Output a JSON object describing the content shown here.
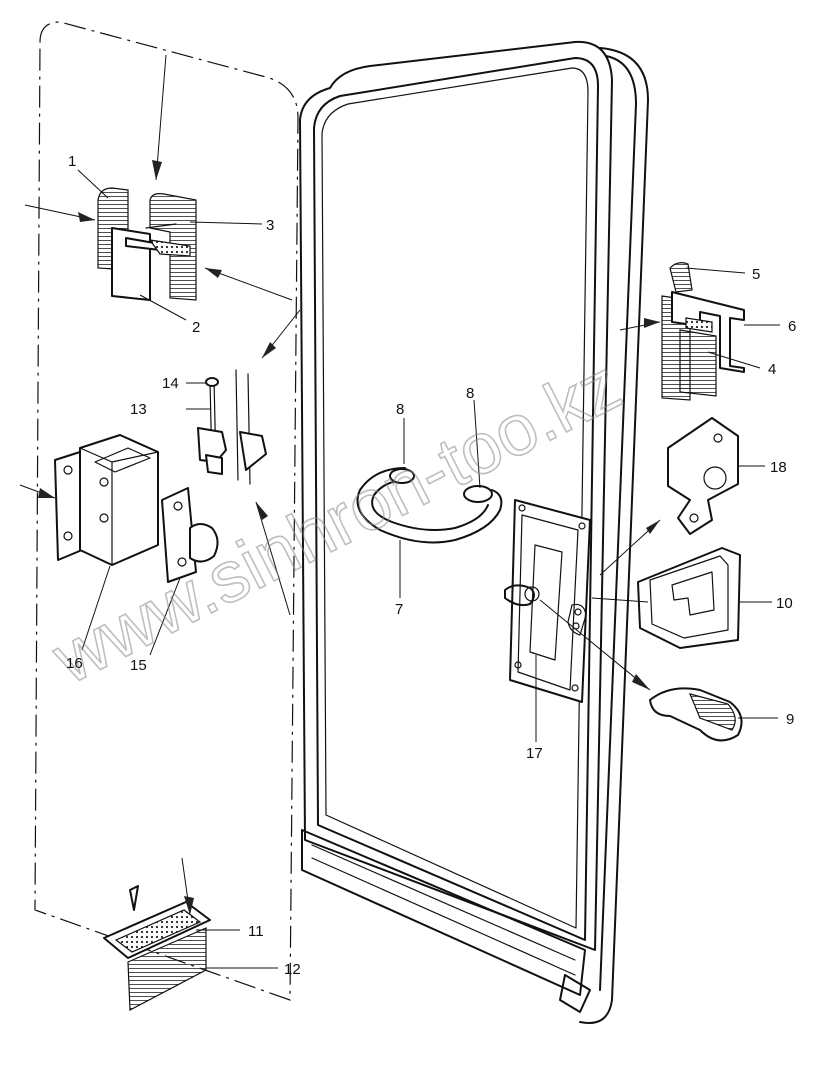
{
  "callouts": [
    {
      "id": "1",
      "label": "1"
    },
    {
      "id": "2",
      "label": "2"
    },
    {
      "id": "3",
      "label": "3"
    },
    {
      "id": "4",
      "label": "4"
    },
    {
      "id": "5",
      "label": "5"
    },
    {
      "id": "6",
      "label": "6"
    },
    {
      "id": "7",
      "label": "7"
    },
    {
      "id": "8a",
      "label": "8"
    },
    {
      "id": "8b",
      "label": "8"
    },
    {
      "id": "9",
      "label": "9"
    },
    {
      "id": "10",
      "label": "10"
    },
    {
      "id": "11",
      "label": "11"
    },
    {
      "id": "12",
      "label": "12"
    },
    {
      "id": "13",
      "label": "13"
    },
    {
      "id": "14",
      "label": "14"
    },
    {
      "id": "15",
      "label": "15"
    },
    {
      "id": "16",
      "label": "16"
    },
    {
      "id": "17",
      "label": "17"
    },
    {
      "id": "18",
      "label": "18"
    }
  ],
  "watermark": "www.sinhron-too.kz"
}
